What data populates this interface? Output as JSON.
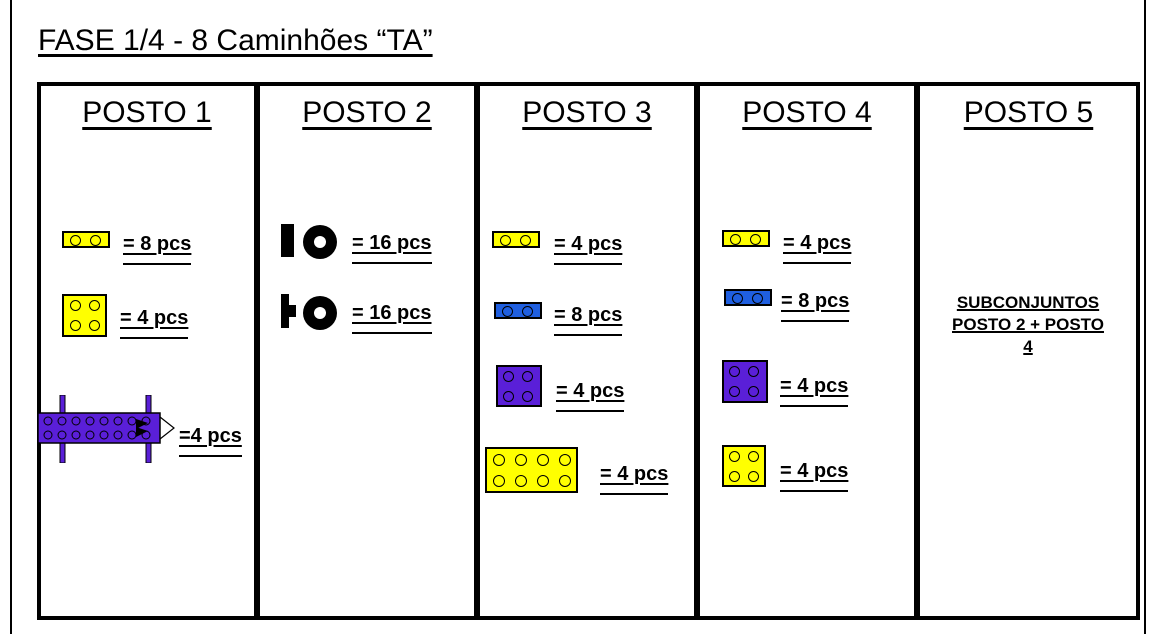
{
  "title": "FASE 1/4 -  8 Caminhões “TA”",
  "postos": [
    {
      "title": "POSTO 1",
      "items": [
        {
          "icon": "yellow-brick-2x1-icon",
          "qty": "= 8 pcs"
        },
        {
          "icon": "yellow-brick-2x2-icon",
          "qty": "= 4 pcs"
        },
        {
          "icon": "purple-truck-chassis-icon",
          "qty": "=4 pcs"
        }
      ]
    },
    {
      "title": "POSTO  2",
      "items": [
        {
          "icon": "black-axle-icon",
          "qty": "= 16 pcs"
        },
        {
          "icon": "black-axle-peg-icon",
          "qty": "= 16 pcs"
        }
      ]
    },
    {
      "title": "POSTO  3",
      "items": [
        {
          "icon": "yellow-brick-2x1-icon",
          "qty": "= 4 pcs"
        },
        {
          "icon": "blue-brick-2x1-icon",
          "qty": "= 8 pcs"
        },
        {
          "icon": "purple-brick-2x2-icon",
          "qty": "= 4 pcs"
        },
        {
          "icon": "yellow-brick-4x2-icon",
          "qty": "= 4 pcs"
        }
      ]
    },
    {
      "title": "POSTO  4",
      "items": [
        {
          "icon": "yellow-brick-2x1-icon",
          "qty": "= 4 pcs"
        },
        {
          "icon": "blue-brick-2x1-icon",
          "qty": "= 8 pcs"
        },
        {
          "icon": "purple-brick-2x2-icon",
          "qty": "= 4 pcs"
        },
        {
          "icon": "yellow-brick-2x2-icon",
          "qty": "= 4 pcs"
        }
      ]
    },
    {
      "title": "POSTO  5",
      "subtitle_lines": [
        "SUBCONJUNTOS",
        "POSTO 2 + POSTO",
        "4"
      ]
    }
  ],
  "colors": {
    "yellow": "#ffff00",
    "blue": "#1f5fe0",
    "purple": "#5a1fd8",
    "black": "#000000"
  }
}
